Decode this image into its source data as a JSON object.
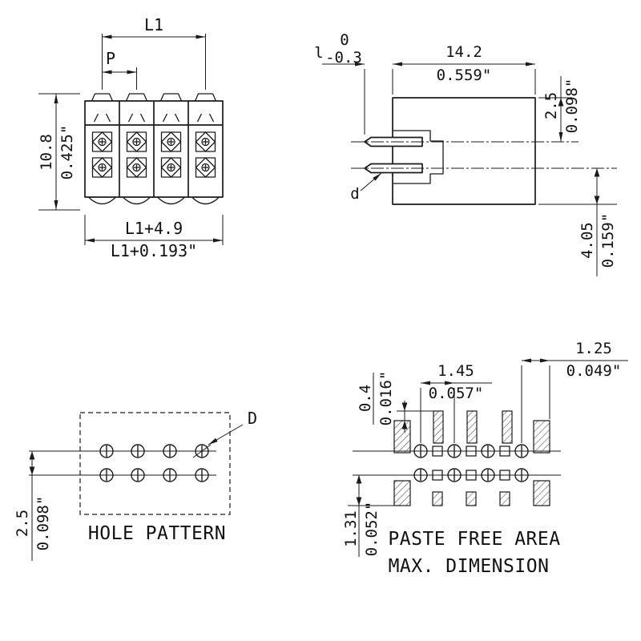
{
  "colors": {
    "line": "#1a1a1a",
    "background": "#ffffff"
  },
  "front_view": {
    "dim_l1": "L1",
    "dim_p": "P",
    "height_mm": "10.8",
    "height_in": "0.425\"",
    "width_mm": "L1+4.9",
    "width_in": "L1+0.193\""
  },
  "side_view": {
    "pin_length_var": "l",
    "tol_upper": "0",
    "tol_lower": "-0.3",
    "depth_mm": "14.2",
    "depth_in": "0.559\"",
    "top_offset_mm": "2.5",
    "top_offset_in": "0.098\"",
    "pin_label": "d",
    "bottom_offset_mm": "4.05",
    "bottom_offset_in": "0.159\""
  },
  "hole_pattern": {
    "row_pitch_mm": "2.5",
    "row_pitch_in": "0.098\"",
    "diameter_label": "D",
    "title": "HOLE PATTERN"
  },
  "paste_free_area": {
    "dim_right_mm": "1.25",
    "dim_right_in": "0.049\"",
    "dim_pitch_mm": "1.45",
    "dim_pitch_in": "0.057\"",
    "dim_offset_mm": "0.4",
    "dim_offset_in": "0.016\"",
    "dim_bottom_mm": "1.31",
    "dim_bottom_in": "0.052\"",
    "title_line1": "PASTE FREE AREA",
    "title_line2": "MAX. DIMENSION"
  }
}
